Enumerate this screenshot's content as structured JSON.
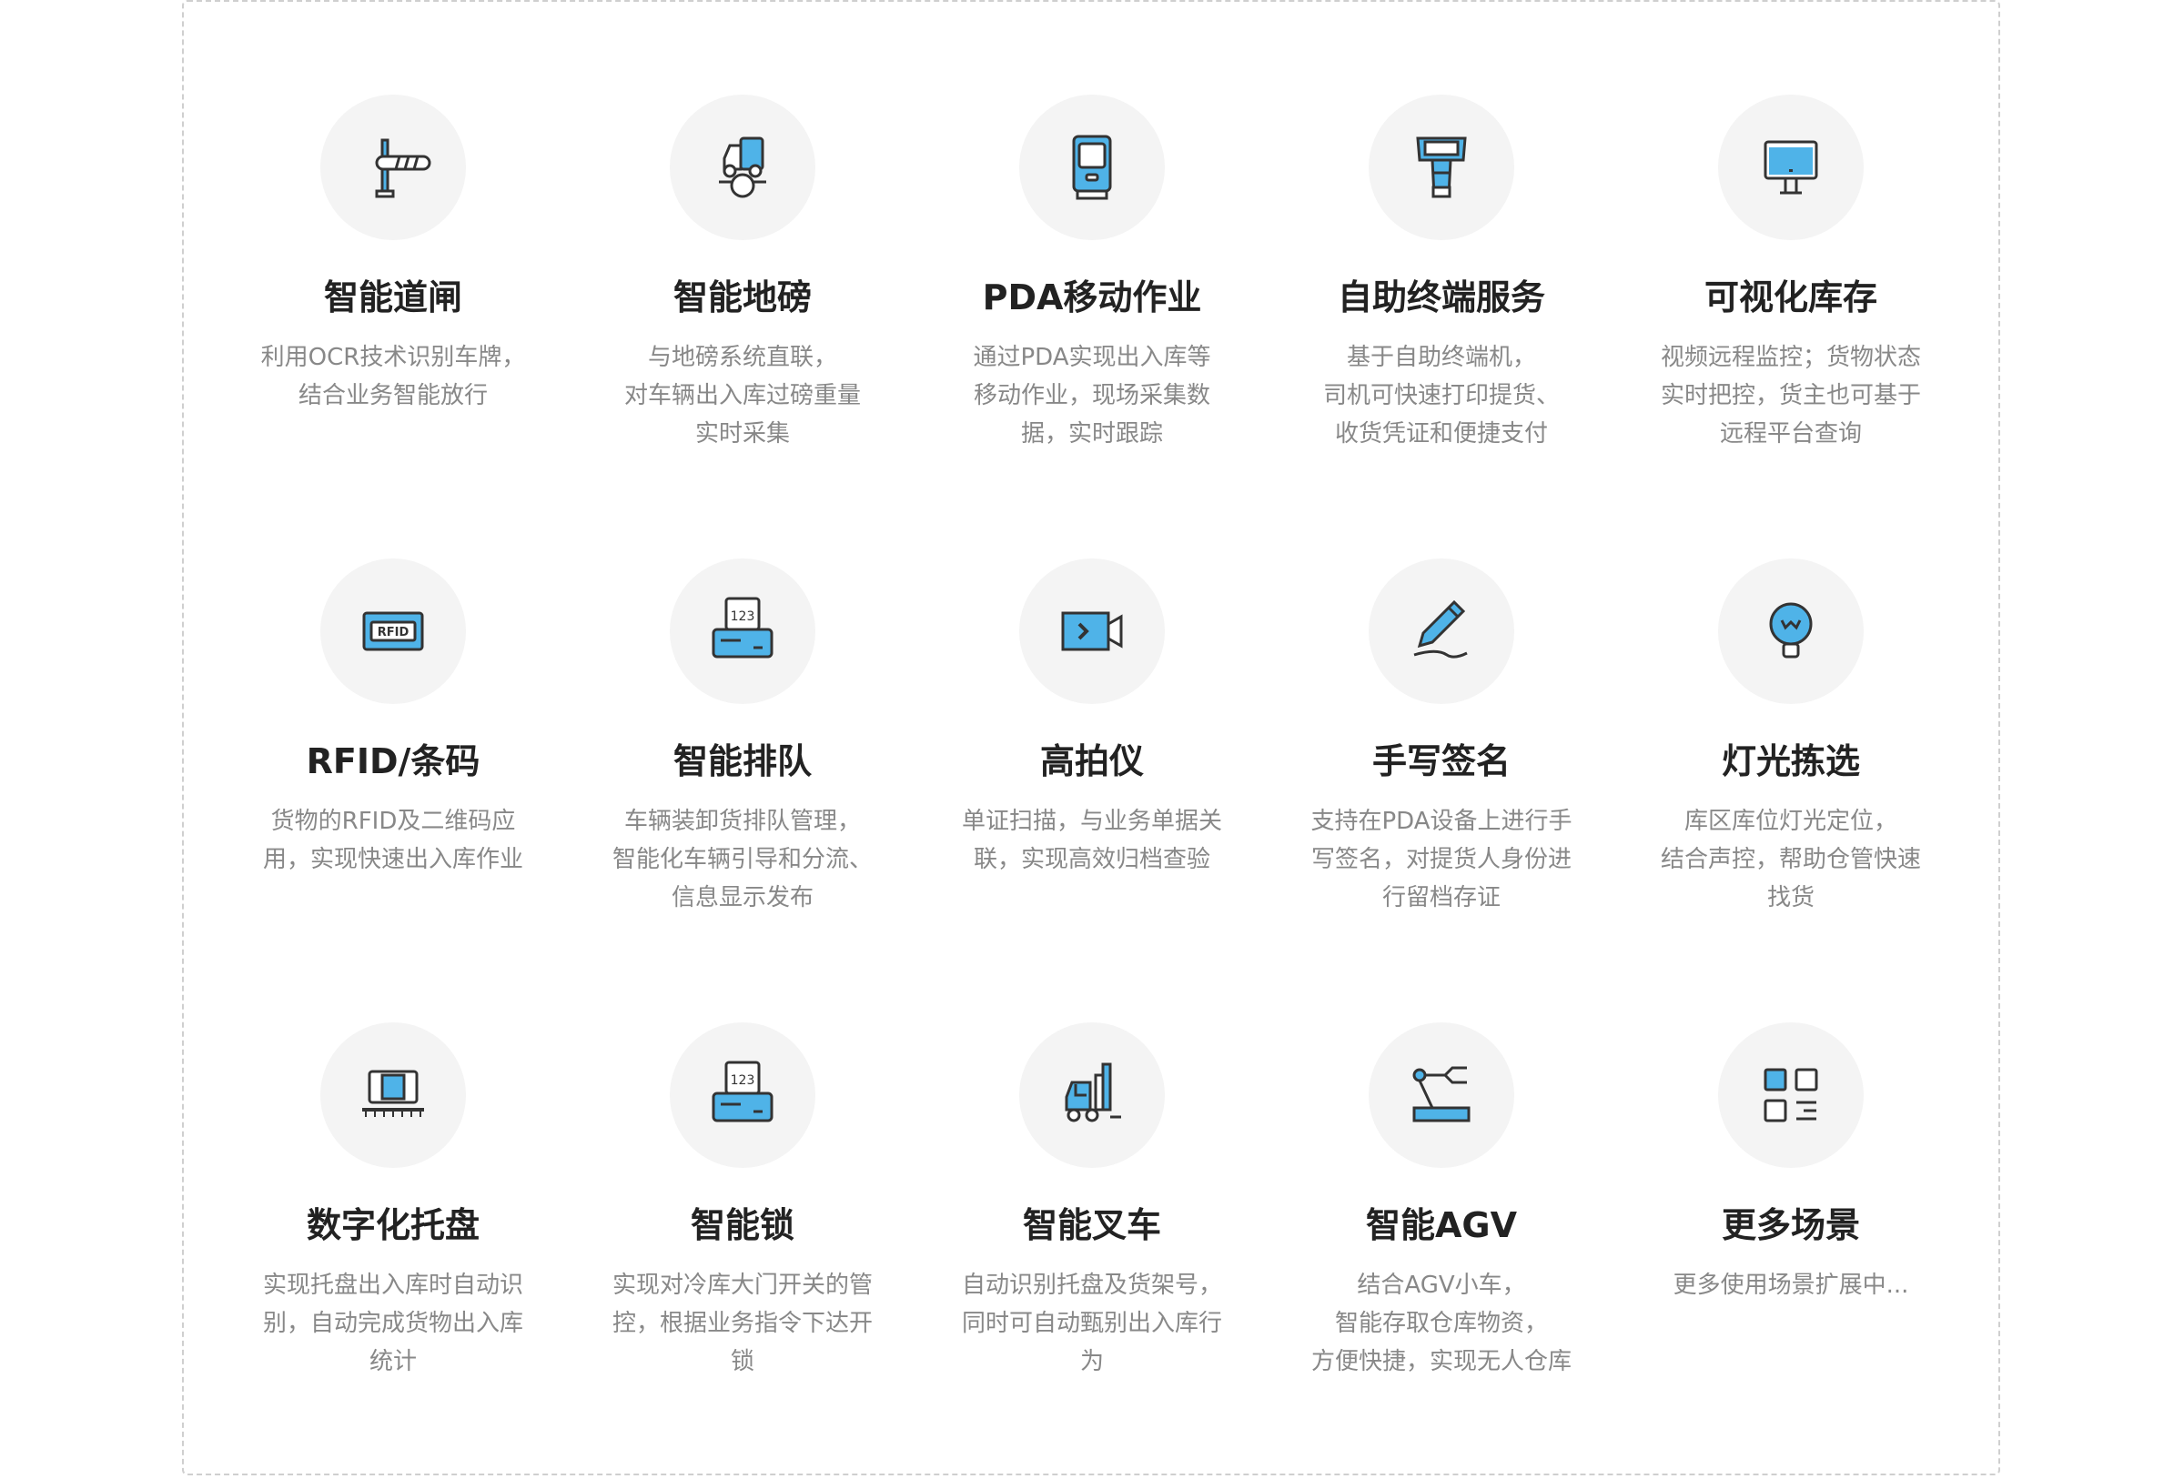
{
  "colors": {
    "accent": "#4fb3e8",
    "stroke": "#333333",
    "circle": "#f4f4f4"
  },
  "cards": [
    {
      "icon": "barrier-gate-icon",
      "title": "智能道闸",
      "desc": [
        "利用OCR技术识别车牌，",
        "结合业务智能放行"
      ]
    },
    {
      "icon": "truck-scale-icon",
      "title": "智能地磅",
      "desc": [
        "与地磅系统直联，",
        "对车辆出入库过磅重量",
        "实时采集"
      ]
    },
    {
      "icon": "pda-icon",
      "title": "PDA移动作业",
      "desc": [
        "通过PDA实现出入库等",
        "移动作业，现场采集数",
        "据，实时跟踪"
      ]
    },
    {
      "icon": "kiosk-icon",
      "title": "自助终端服务",
      "desc": [
        "基于自助终端机，",
        "司机可快速打印提货、",
        "收货凭证和便捷支付"
      ]
    },
    {
      "icon": "monitor-icon",
      "title": "可视化库存",
      "desc": [
        "视频远程监控；货物状态",
        "实时把控，货主也可基于",
        "远程平台查询"
      ]
    },
    {
      "icon": "rfid-icon",
      "title": "RFID/条码",
      "desc": [
        "货物的RFID及二维码应",
        "用，实现快速出入库作业"
      ]
    },
    {
      "icon": "queue-machine-icon",
      "title": "智能排队",
      "desc": [
        "车辆装卸货排队管理，",
        "智能化车辆引导和分流、",
        "信息显示发布"
      ]
    },
    {
      "icon": "camera-icon",
      "title": "高拍仪",
      "desc": [
        "单证扫描，与业务单据关",
        "联，实现高效归档查验"
      ]
    },
    {
      "icon": "pen-signature-icon",
      "title": "手写签名",
      "desc": [
        "支持在PDA设备上进行手",
        "写签名，对提货人身份进",
        "行留档存证"
      ]
    },
    {
      "icon": "light-bulb-icon",
      "title": "灯光拣选",
      "desc": [
        "库区库位灯光定位，",
        "结合声控，帮助仓管快速",
        "找货"
      ]
    },
    {
      "icon": "pallet-icon",
      "title": "数字化托盘",
      "desc": [
        "实现托盘出入库时自动识",
        "别，自动完成货物出入库",
        "统计"
      ]
    },
    {
      "icon": "smart-lock-icon",
      "title": "智能锁",
      "desc": [
        "实现对冷库大门开关的管",
        "控，根据业务指令下达开",
        "锁"
      ]
    },
    {
      "icon": "forklift-icon",
      "title": "智能叉车",
      "desc": [
        "自动识别托盘及货架号，",
        "同时可自动甄别出入库行",
        "为"
      ]
    },
    {
      "icon": "robot-arm-icon",
      "title": "智能AGV",
      "desc": [
        "结合AGV小车，",
        "智能存取仓库物资，",
        "方便快捷，实现无人仓库"
      ]
    },
    {
      "icon": "more-apps-icon",
      "title": "更多场景",
      "desc": [
        "更多使用场景扩展中..."
      ]
    }
  ]
}
